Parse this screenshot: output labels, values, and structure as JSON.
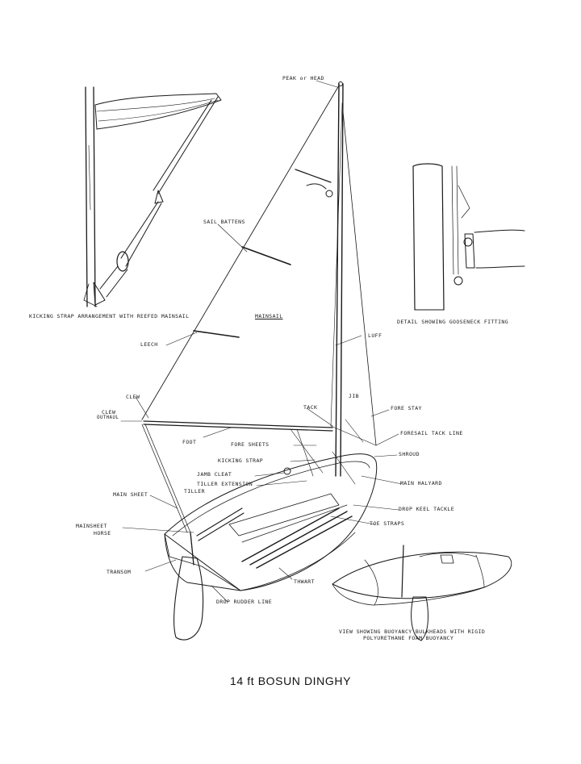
{
  "title": "14 ft  BOSUN  DINGHY",
  "labels": {
    "peak_head": "PEAK or HEAD",
    "sail_battens": "SAIL BATTENS",
    "kicking_strap_reefed": "KICKING STRAP ARRANGEMENT WITH REEFED MAINSAIL",
    "mainsail": "MAINSAIL",
    "detail_gooseneck": "DETAIL SHOWING GOOSENECK FITTING",
    "luff": "LUFF",
    "leech": "LEECH",
    "jib": "JIB",
    "clew": "CLEW",
    "clew_outhaul_1": "CLEW",
    "clew_outhaul_2": "OUTHAUL",
    "tack": "TACK",
    "fore_stay": "FORE STAY",
    "foot": "FOOT",
    "foresail_tack_line": "FORESAIL TACK LINE",
    "fore_sheets": "FORE SHEETS",
    "shroud": "SHROUD",
    "kicking_strap": "KICKING STRAP",
    "jamb_cleat": "JAMB CLEAT",
    "main_halyard": "MAIN HALYARD",
    "tiller_extension": "TILLER EXTENSION",
    "tiller": "TILLER",
    "main_sheet": "MAIN SHEET",
    "drop_keel_tackle": "DROP KEEL TACKLE",
    "mainsheet_horse_1": "MAINSHEET",
    "mainsheet_horse_2": "HORSE",
    "toe_straps": "TOE STRAPS",
    "transom": "TRANSOM",
    "thwart": "THWART",
    "drop_rudder_line": "DROP RUDDER LINE",
    "buoyancy_1": "VIEW SHOWING BUOYANCY BULKHEADS WITH RIGID",
    "buoyancy_2": "POLYURETHANE FOAM BUOYANCY"
  },
  "colors": {
    "ink": "#1a1a1a",
    "paper": "#ffffff"
  }
}
